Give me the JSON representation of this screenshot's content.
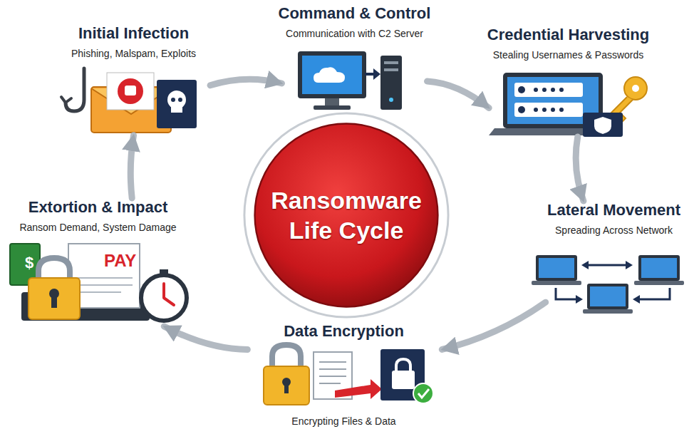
{
  "diagram": {
    "nodes": [
      {
        "text": [
          "Initial Infection",
          "Phishing, Malspam, Exploits"
        ]
      },
      {
        "text": [
          "Command & Control",
          "Communication with C2 Server"
        ]
      },
      {
        "text": [
          "Credential Harvesting",
          "Stealing Usernames & Passwords"
        ]
      },
      {
        "text": [
          "Lateral Movement",
          "Spreading Across Network"
        ]
      },
      {
        "text": [
          "Data Encryption",
          "Encrypting Files & Data"
        ]
      },
      {
        "text": [
          "Extortion & Impact",
          "Ransom Demand, System Damage"
        ]
      },
      {
        "text": [
          "Ransomware Life Cycle"
        ]
      }
    ],
    "edges": [
      {
        "from": 0,
        "to": 1,
        "arrow": "to"
      },
      {
        "from": 1,
        "to": 2,
        "arrow": "to"
      },
      {
        "from": 2,
        "to": 3,
        "arrow": "to"
      },
      {
        "from": 3,
        "to": 4,
        "arrow": "to"
      },
      {
        "from": 4,
        "to": 5,
        "arrow": "to"
      },
      {
        "from": 5,
        "to": 0,
        "arrow": "to"
      }
    ],
    "labels": [
      "PAY",
      "$"
    ]
  }
}
